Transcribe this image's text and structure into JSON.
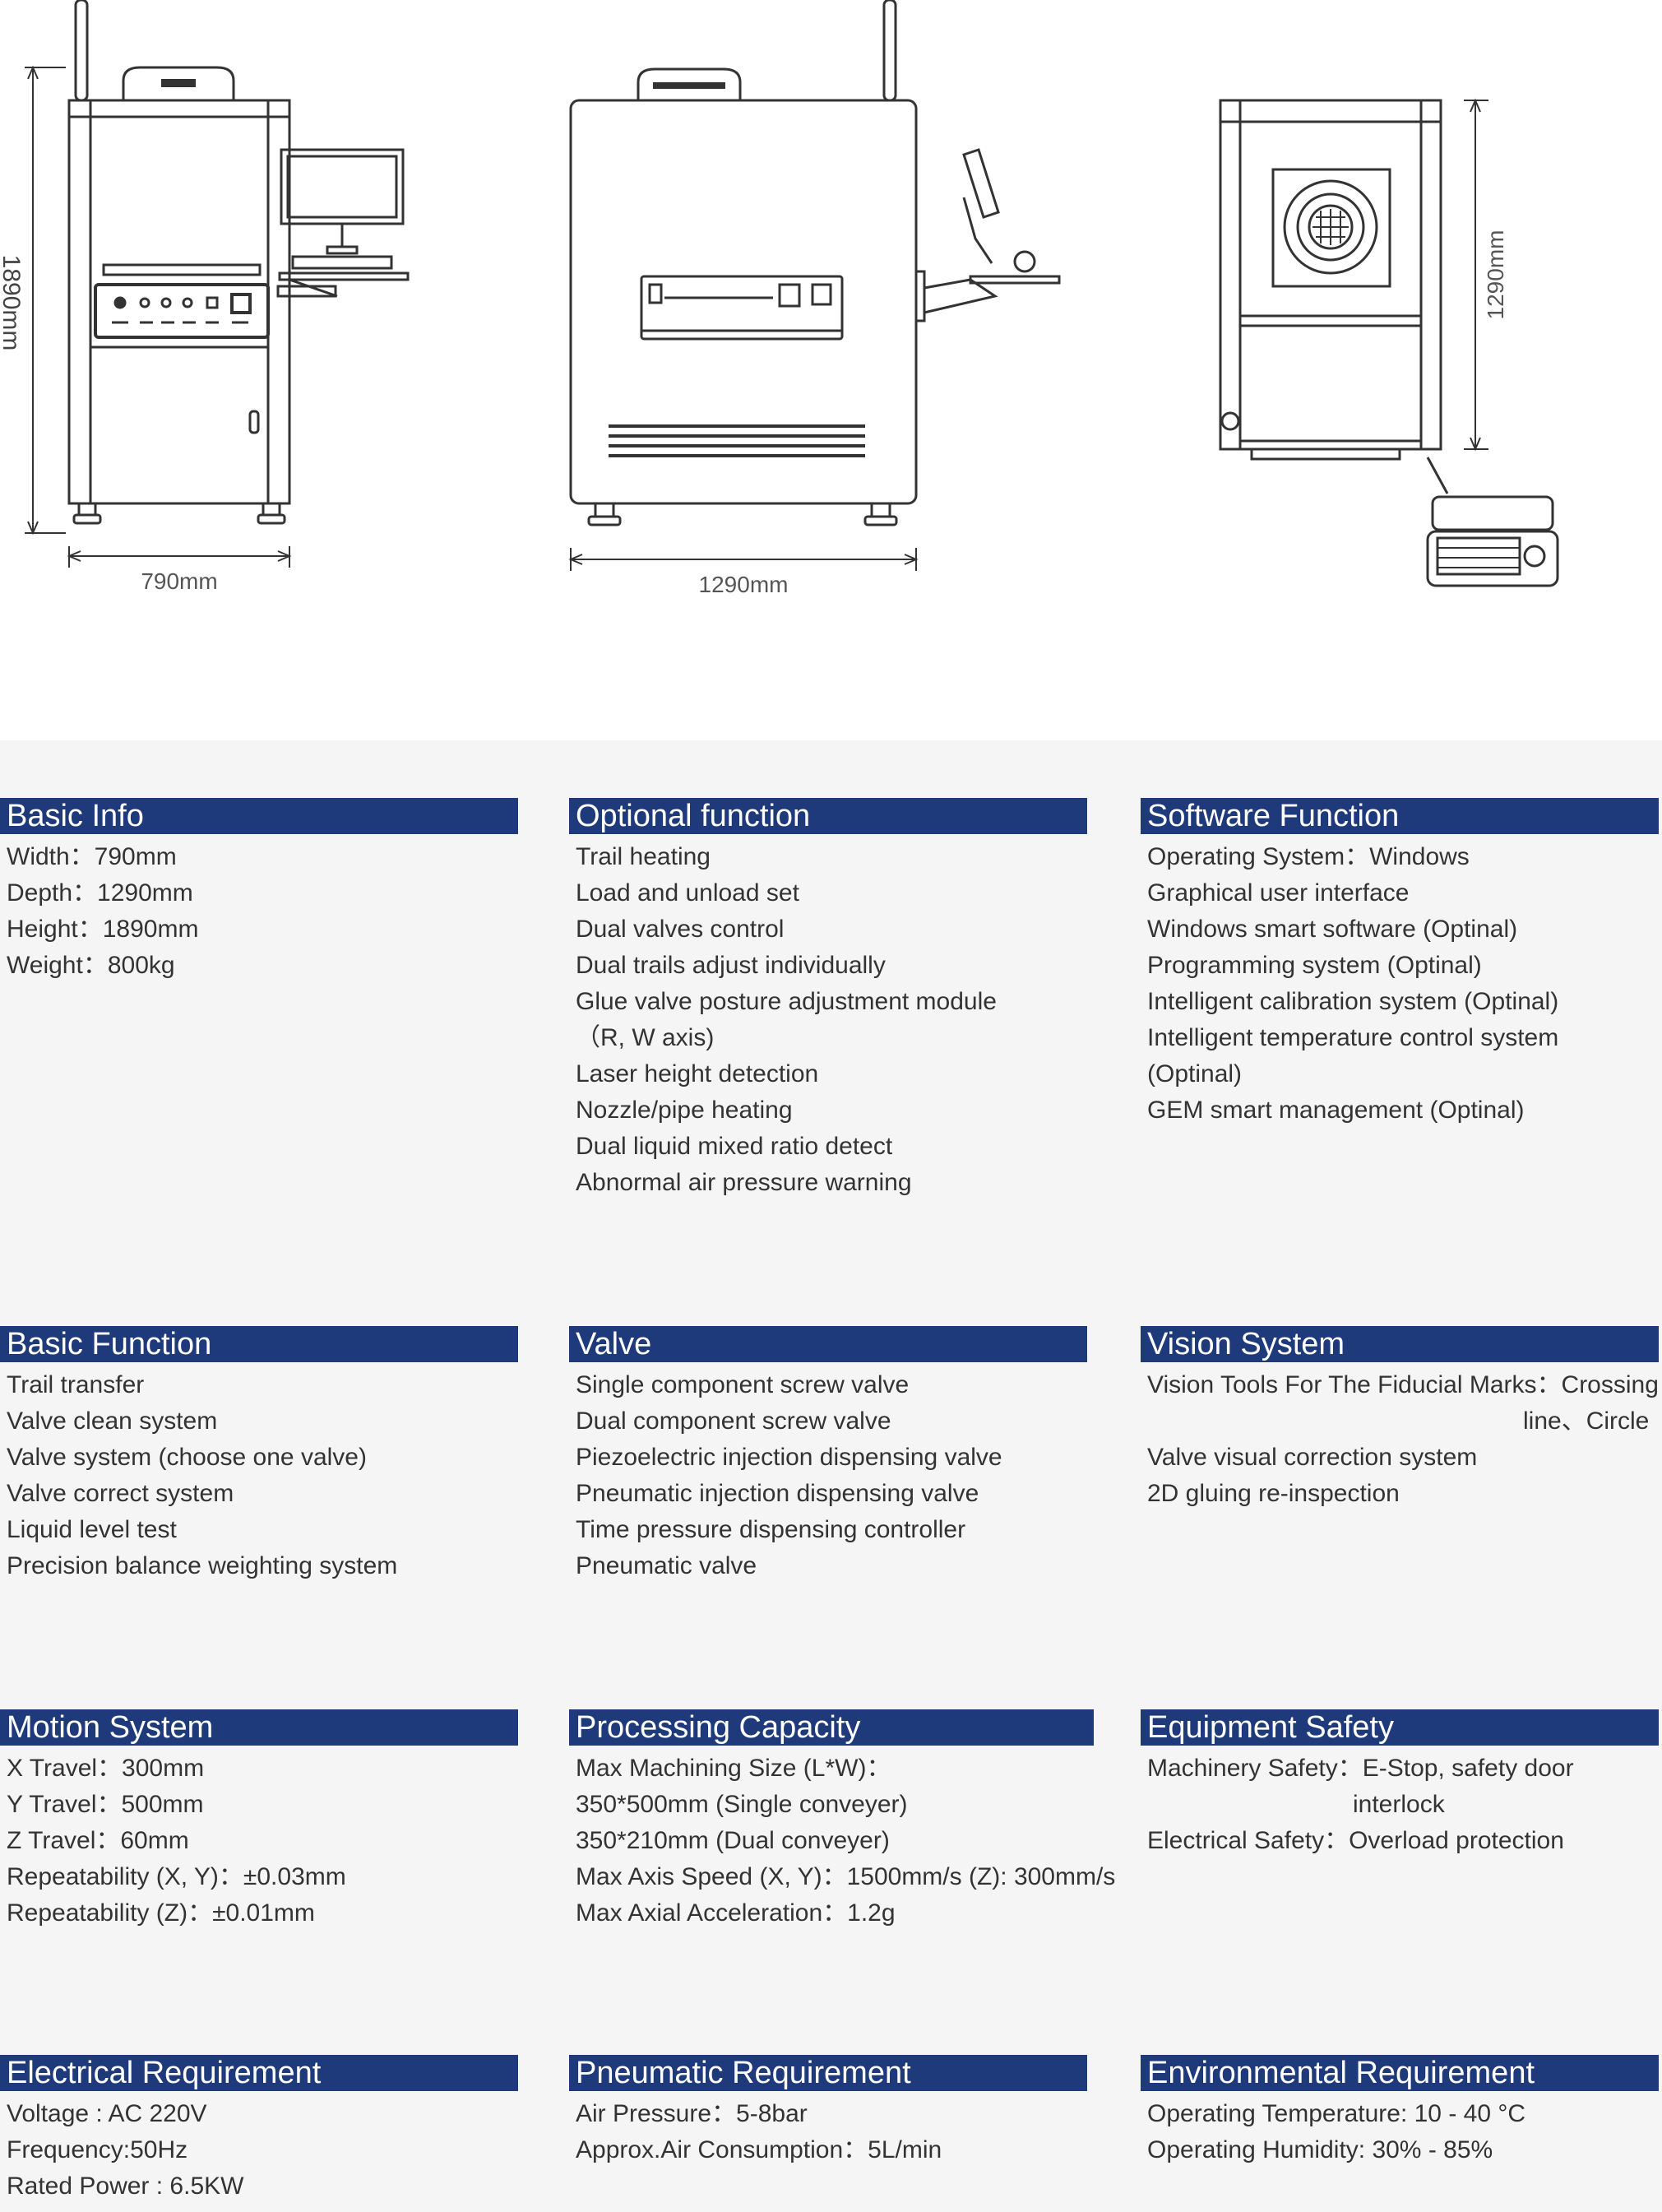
{
  "drawings": {
    "side_view": {
      "height_label": "1890mm",
      "width_label": "790mm"
    },
    "front_view": {
      "width_label": "1290mm"
    },
    "top_view": {
      "depth_label": "1290mm"
    }
  },
  "colors": {
    "header_bg": "#1e3a7a",
    "header_text": "#ffffff",
    "body_text": "#333333",
    "panel_bg": "#f5f5f5"
  },
  "sections": {
    "basic_info": {
      "title": "Basic Info",
      "items": [
        "Width：790mm",
        "Depth：1290mm",
        "Height：1890mm",
        "Weight：800kg"
      ]
    },
    "optional_function": {
      "title": "Optional function",
      "items": [
        "Trail heating",
        "Load and unload set",
        "Dual valves control",
        "Dual trails adjust individually",
        "Glue valve posture adjustment module",
        "（R, W axis)",
        "Laser height detection",
        "Nozzle/pipe heating",
        "Dual liquid mixed ratio detect",
        "Abnormal air pressure warning"
      ]
    },
    "software_function": {
      "title": "Software Function",
      "items": [
        "Operating System：Windows",
        "Graphical user interface",
        "Windows smart software (Optinal)",
        "Programming system (Optinal)",
        "Intelligent calibration system (Optinal)",
        "Intelligent temperature control system",
        "(Optinal)",
        "GEM smart management (Optinal)"
      ]
    },
    "basic_function": {
      "title": "Basic Function",
      "items": [
        "Trail transfer",
        "Valve clean system",
        "Valve system (choose one valve)",
        "Valve correct system",
        "Liquid level test",
        "Precision balance weighting system"
      ]
    },
    "valve": {
      "title": "Valve",
      "items": [
        "Single component screw valve",
        "Dual component screw valve",
        "Piezoelectric injection dispensing valve",
        "Pneumatic injection dispensing valve",
        "Time pressure dispensing controller",
        "Pneumatic valve"
      ]
    },
    "vision_system": {
      "title": "Vision System",
      "items": [
        "Vision Tools For The Fiducial Marks：Crossing",
        "line、Circle",
        "Valve visual correction system",
        "2D gluing re-inspection"
      ]
    },
    "motion_system": {
      "title": "Motion System",
      "items": [
        "X Travel：300mm",
        "Y Travel：500mm",
        "Z Travel：60mm",
        "Repeatability (X, Y)：±0.03mm",
        "Repeatability (Z)：±0.01mm"
      ]
    },
    "processing_capacity": {
      "title": "Processing Capacity",
      "items": [
        "Max Machining Size (L*W)：",
        "350*500mm  (Single conveyer)",
        "350*210mm  (Dual conveyer)",
        "Max Axis Speed (X, Y)：1500mm/s (Z): 300mm/s",
        "Max Axial Acceleration：1.2g"
      ]
    },
    "equipment_safety": {
      "title": "Equipment Safety",
      "items": [
        "Machinery Safety：E-Stop, safety door",
        "interlock",
        "Electrical Safety：Overload protection"
      ]
    },
    "electrical_requirement": {
      "title": "Electrical  Requirement",
      "items": [
        "Voltage : AC 220V",
        "Frequency:50Hz",
        "Rated Power : 6.5KW"
      ]
    },
    "pneumatic_requirement": {
      "title": "Pneumatic Requirement",
      "items": [
        "Air Pressure：5-8bar",
        "Approx.Air Consumption：5L/min"
      ]
    },
    "environmental_requirement": {
      "title": "Environmental Requirement",
      "items": [
        "Operating Temperature: 10 - 40 °C",
        "Operating Humidity: 30% - 85%"
      ]
    }
  }
}
